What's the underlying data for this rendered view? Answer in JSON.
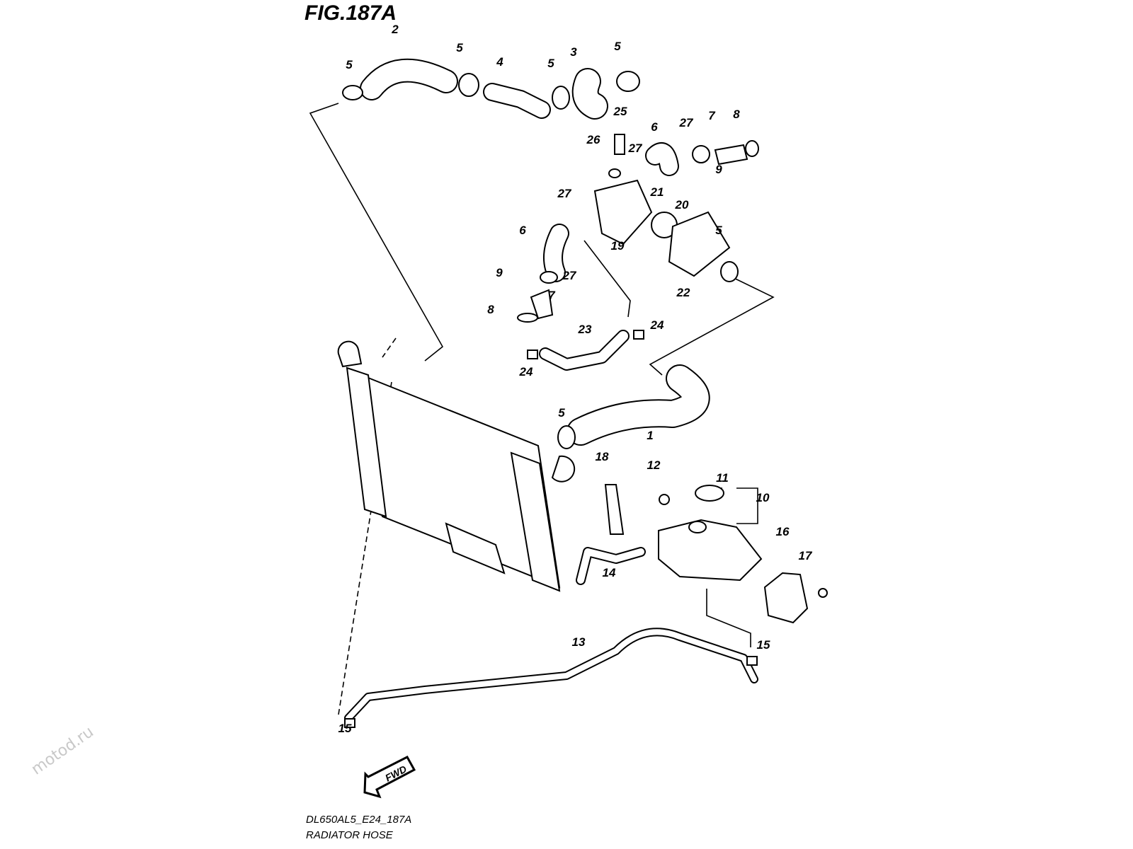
{
  "figure": {
    "title": "FIG.187A",
    "code": "DL650AL5_E24_187A",
    "name": "RADIATOR HOSE",
    "direction_label": "FWD",
    "watermark": "motod.ru"
  },
  "callouts": [
    "2",
    "5",
    "5",
    "4",
    "5",
    "3",
    "5",
    "25",
    "26",
    "6",
    "27",
    "7",
    "8",
    "27",
    "9",
    "21",
    "20",
    "27",
    "6",
    "19",
    "5",
    "9",
    "27",
    "7",
    "8",
    "22",
    "24",
    "23",
    "24",
    "5",
    "1",
    "18",
    "12",
    "11",
    "10",
    "16",
    "17",
    "14",
    "13",
    "15",
    "15"
  ]
}
